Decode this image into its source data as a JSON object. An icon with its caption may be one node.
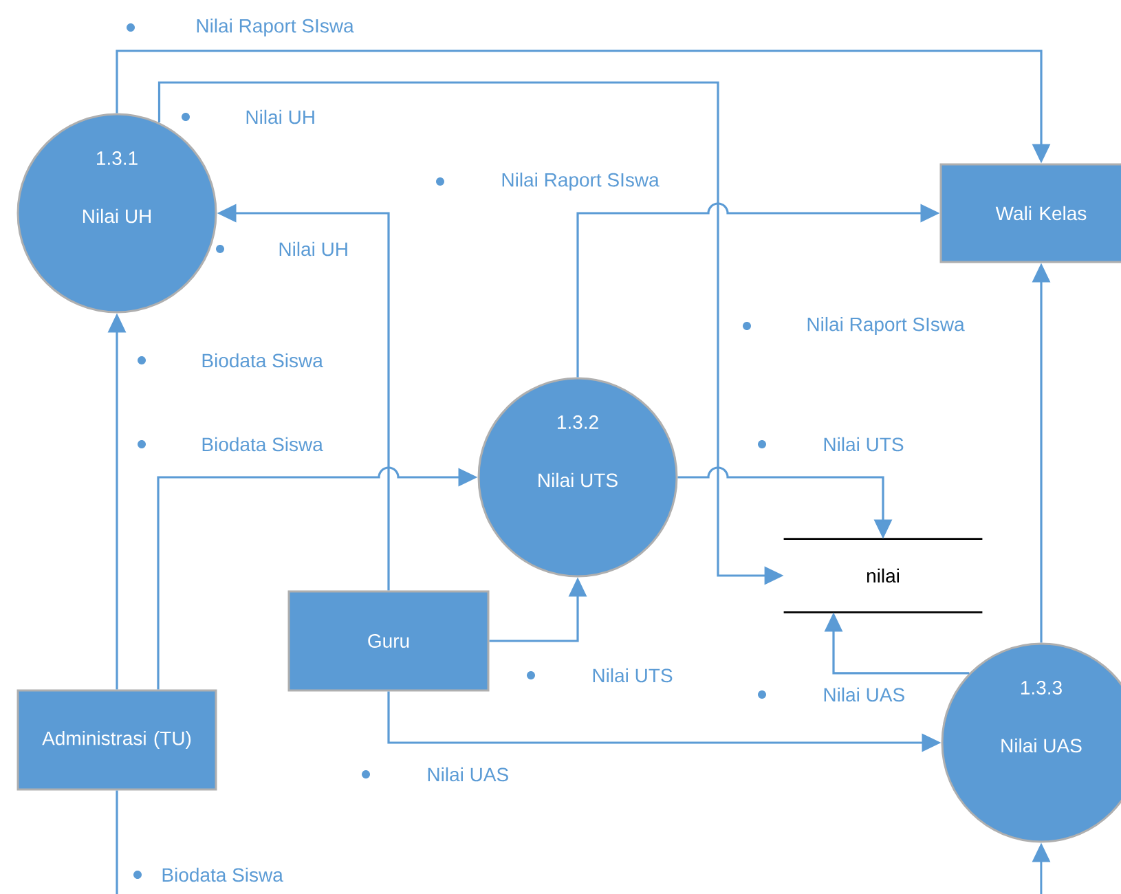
{
  "diagram": {
    "nodes": [
      {
        "text": [
          "1.3.1",
          "Nilai UH"
        ]
      },
      {
        "text": [
          "Wali Kelas"
        ]
      },
      {
        "text": [
          "1.3.2",
          "Nilai UTS"
        ]
      },
      {
        "text": [
          "nilai"
        ]
      },
      {
        "text": [
          "Guru"
        ]
      },
      {
        "text": [
          "Administrasi (TU)"
        ]
      },
      {
        "text": [
          "1.3.3",
          "Nilai UAS"
        ]
      }
    ],
    "edges": [
      {
        "from": 5,
        "to": 0,
        "arrow": "to",
        "label": "Biodata Siswa"
      },
      {
        "from": 5,
        "to": 2,
        "arrow": "to",
        "label": "Biodata Siswa"
      },
      {
        "from": 5,
        "to": null,
        "arrow": "none",
        "label": "Biodata Siswa"
      },
      {
        "from": null,
        "to": 6,
        "arrow": "to"
      },
      {
        "from": 0,
        "to": 1,
        "arrow": "to",
        "label": "Nilai Raport SIswa"
      },
      {
        "from": 0,
        "to": 3,
        "arrow": "to",
        "label": "Nilai UH"
      },
      {
        "from": 4,
        "to": 0,
        "arrow": "to",
        "label": "Nilai UH"
      },
      {
        "from": 2,
        "to": 1,
        "arrow": "to",
        "label": "Nilai Raport SIswa"
      },
      {
        "from": 2,
        "to": 3,
        "arrow": "to",
        "label": "Nilai UTS"
      },
      {
        "from": 4,
        "to": 2,
        "arrow": "to",
        "label": "Nilai UTS"
      },
      {
        "from": 4,
        "to": 6,
        "arrow": "to",
        "label": "Nilai UAS"
      },
      {
        "from": 6,
        "to": 3,
        "arrow": "to",
        "label": "Nilai UAS"
      },
      {
        "from": 6,
        "to": 1,
        "arrow": "to",
        "label": "Nilai Raport SIswa"
      }
    ]
  }
}
